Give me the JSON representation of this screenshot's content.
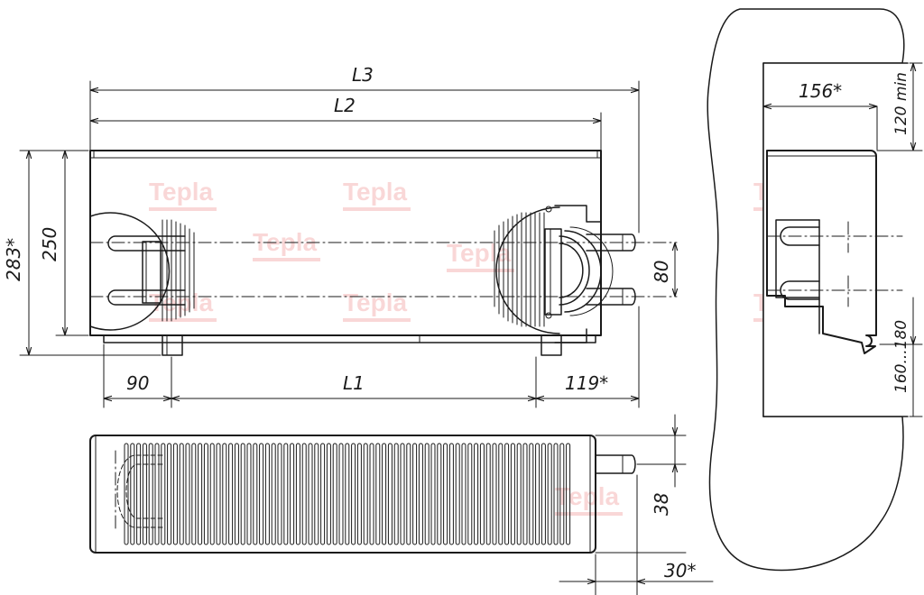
{
  "watermark": {
    "text": "Tepla",
    "color": "#e63b3b",
    "instances": 9
  },
  "dimensions": {
    "L3": "L3",
    "L2": "L2",
    "L1": "L1",
    "left_offset": "90",
    "right_offset": "119*",
    "total_height": "283*",
    "body_height": "250",
    "pipe_spacing": "80",
    "depth_top": "38",
    "depth_bottom": "30*",
    "wall_depth": "156*",
    "top_clearance": "120 min",
    "floor_clearance": "160...180"
  },
  "colors": {
    "line": "#1a1a1a",
    "background": "#ffffff",
    "hatch": "#555555"
  }
}
